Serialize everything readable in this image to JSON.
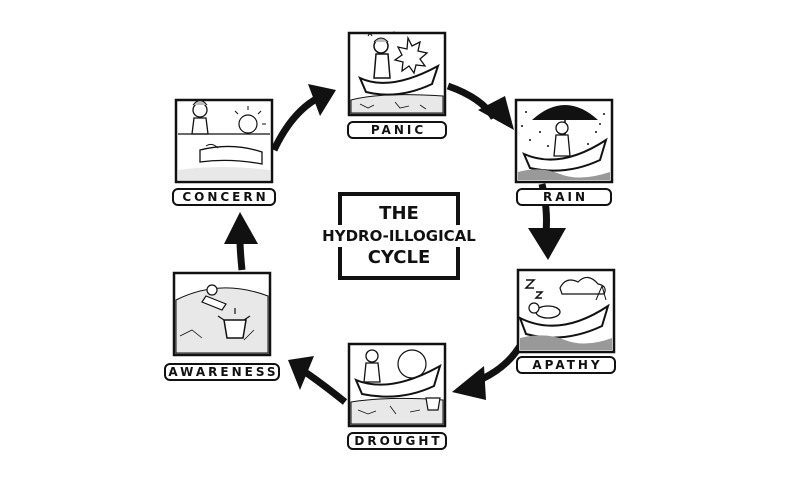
{
  "title": {
    "line1": "THE",
    "line2": "HYDRO-ILLOGICAL",
    "line3": "CYCLE"
  },
  "stages": [
    {
      "id": "panic",
      "label": "PANIC"
    },
    {
      "id": "rain",
      "label": "RAIN"
    },
    {
      "id": "apathy",
      "label": "APATHY"
    },
    {
      "id": "drought",
      "label": "DROUGHT"
    },
    {
      "id": "awareness",
      "label": "AWARENESS"
    },
    {
      "id": "concern",
      "label": "CONCERN"
    }
  ],
  "colors": {
    "ink": "#111111",
    "background": "#ffffff"
  }
}
